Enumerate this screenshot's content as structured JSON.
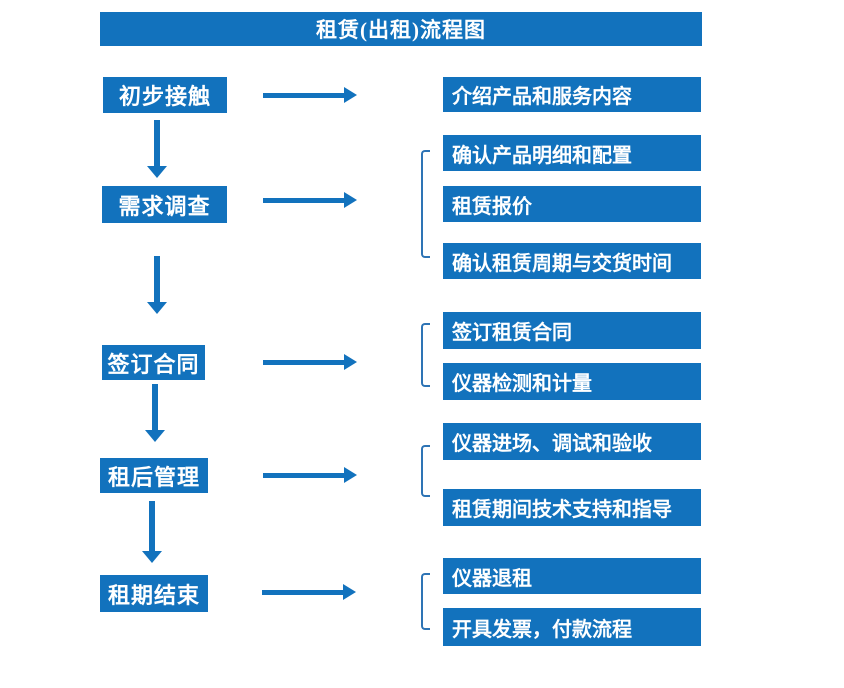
{
  "title": "租赁(出租)流程图",
  "colors": {
    "primary_blue": "#1272bd",
    "bracket_blue": "#2e74b5",
    "text_white": "#ffffff",
    "background": "#ffffff"
  },
  "stages": [
    {
      "label": "初步接触",
      "outputs": [
        "介绍产品和服务内容"
      ]
    },
    {
      "label": "需求调查",
      "outputs": [
        "确认产品明细和配置",
        "租赁报价",
        "确认租赁周期与交货时间"
      ]
    },
    {
      "label": "签订合同",
      "outputs": [
        "签订租赁合同",
        "仪器检测和计量"
      ]
    },
    {
      "label": "租后管理",
      "outputs": [
        "仪器进场、调试和验收",
        "租赁期间技术支持和指导"
      ]
    },
    {
      "label": "租期结束",
      "outputs": [
        "仪器退租",
        "开具发票，付款流程"
      ]
    }
  ]
}
